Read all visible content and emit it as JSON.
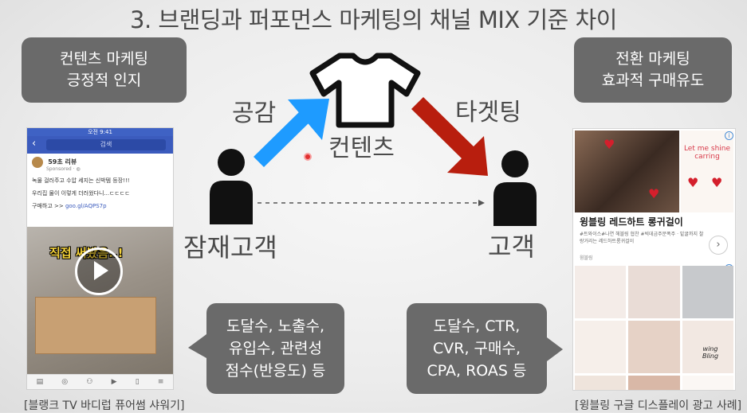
{
  "title": "3. 브랜딩과 퍼포먼스 마케팅의 채널 MIX 기준 차이",
  "left_badge": {
    "line1": "컨텐츠 마케팅",
    "line2": "긍정적 인지"
  },
  "right_badge": {
    "line1": "전환 마케팅",
    "line2": "효과적 구매유도"
  },
  "diagram": {
    "empathy": "공감",
    "content": "컨텐츠",
    "targeting": "타겟팅",
    "potential_customer": "잠재고객",
    "customer": "고객"
  },
  "left_metrics": {
    "line1": "도달수, 노출수,",
    "line2": "유입수, 관련성",
    "line3": "점수(반응도) 등"
  },
  "right_metrics": {
    "line1": "도달수, CTR,",
    "line2": "CVR, 구매수,",
    "line3": "CPA, ROAS 등"
  },
  "left_caption": "[블랭크 TV 바디럽 퓨어썸 샤워기]",
  "right_caption": "[윙블링 구글 디스플레이 광고 사례]",
  "phone": {
    "time": "오전 9:41",
    "search": "검색",
    "page_name": "59초 리뷰",
    "sponsored": "Sponsored · ◍",
    "line1": "녹물 걸러주고 수압 세지는 신박템 등장!!!",
    "line2": "우리집 물이 이렇게 더러웠다니...ㄷㄷㄷㄷ",
    "line3_prefix": "구매하고 >> ",
    "line3_link": "goo.gl/AQPS7p",
    "video_text": "직접 써봤음..!"
  },
  "ad": {
    "shine_text": "Let me shine",
    "shine_sub": "carring",
    "product_title": "윙블링 레드하트 롱귀걸이",
    "product_desc": "#트와이스#나연 헤블링 협찬 #빅데금주문폭주 · 밑귤까지 찰랑거리는 레드하트롱귀걸이",
    "brand": "윙블링",
    "logo_line1": "wing",
    "logo_line2": "Bling"
  },
  "colors": {
    "blue_arrow": "#1e9bff",
    "red_arrow": "#b81e0e",
    "badge_bg": "#6a6a6a"
  }
}
